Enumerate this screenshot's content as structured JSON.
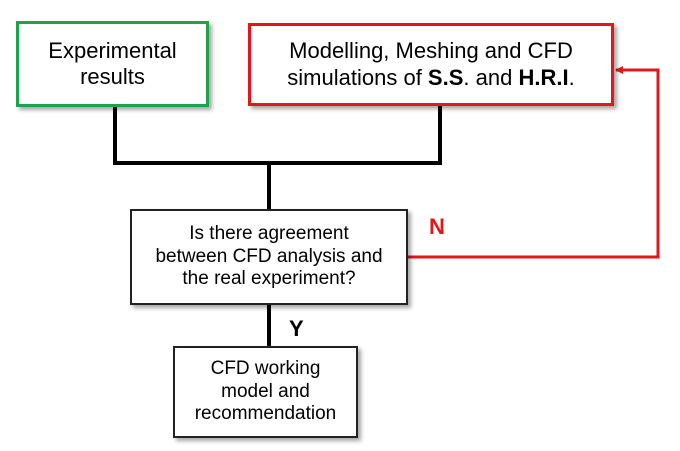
{
  "nodes": {
    "experimental": {
      "line1": "Experimental",
      "line2": "results"
    },
    "modelling": {
      "line1": "Modelling, Meshing and CFD",
      "line2_prefix": "simulations of ",
      "ss": "S.S",
      "dot": ".",
      "and": " and ",
      "hri": "H.R.I",
      "end": "."
    },
    "question": {
      "line1": "Is there agreement",
      "line2": "between CFD analysis and",
      "line3": "the real experiment?"
    },
    "result": {
      "line1": "CFD working",
      "line2": "model and",
      "line3": "recommendation"
    }
  },
  "edges": {
    "no_label": "N",
    "yes_label": "Y"
  },
  "colors": {
    "green": "#1ea24a",
    "red": "#e0181b",
    "black": "#000000"
  }
}
